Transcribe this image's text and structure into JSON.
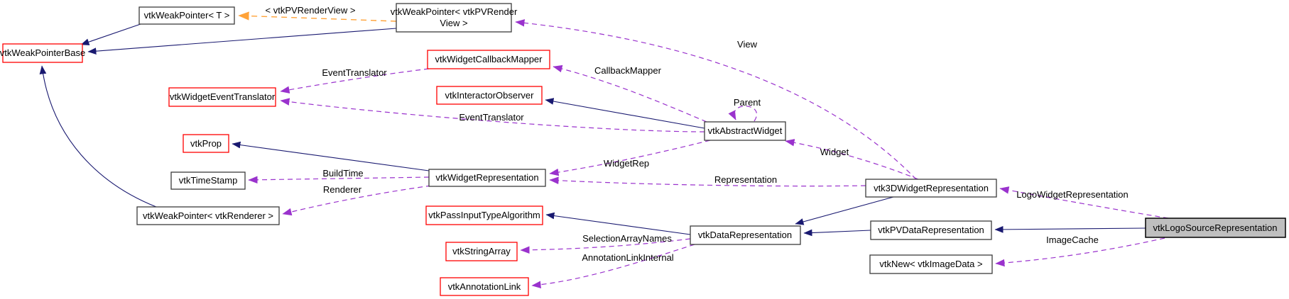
{
  "diagram": {
    "kind": "collaboration-graph",
    "focus_class": "vtkLogoSourceRepresentation",
    "colors": {
      "background": "#ffffff",
      "inheritance_edge": "#191970",
      "usage_edge": "#9a32cd",
      "template_edge": "#ffa238",
      "red_node_border": "#ff0000",
      "plain_node_border": "#3c3c3c",
      "focus_node_fill": "#bfbfbf",
      "text": "#000000"
    },
    "nodes": [
      {
        "id": "vtkWeakPointer-T",
        "label": "vtkWeakPointer< T >",
        "style": "plain"
      },
      {
        "id": "vtkWeakPointer-vtkPVRenderView",
        "label_line1": "vtkWeakPointer< vtkPVRender",
        "label_line2": "View >",
        "style": "plain"
      },
      {
        "id": "vtkWeakPointerBase",
        "label": "vtkWeakPointerBase",
        "style": "red"
      },
      {
        "id": "vtkWidgetCallbackMapper",
        "label": "vtkWidgetCallbackMapper",
        "style": "red"
      },
      {
        "id": "vtkWidgetEventTranslator",
        "label": "vtkWidgetEventTranslator",
        "style": "red"
      },
      {
        "id": "vtkInteractorObserver",
        "label": "vtkInteractorObserver",
        "style": "red"
      },
      {
        "id": "vtkAbstractWidget",
        "label": "vtkAbstractWidget",
        "style": "plain"
      },
      {
        "id": "vtkProp",
        "label": "vtkProp",
        "style": "red"
      },
      {
        "id": "vtkTimeStamp",
        "label": "vtkTimeStamp",
        "style": "plain"
      },
      {
        "id": "vtkWidgetRepresentation",
        "label": "vtkWidgetRepresentation",
        "style": "plain"
      },
      {
        "id": "vtkWeakPointer-vtkRenderer",
        "label": "vtkWeakPointer< vtkRenderer >",
        "style": "plain"
      },
      {
        "id": "vtkPassInputTypeAlgorithm",
        "label": "vtkPassInputTypeAlgorithm",
        "style": "red"
      },
      {
        "id": "vtkStringArray",
        "label": "vtkStringArray",
        "style": "red"
      },
      {
        "id": "vtkAnnotationLink",
        "label": "vtkAnnotationLink",
        "style": "red"
      },
      {
        "id": "vtkDataRepresentation",
        "label": "vtkDataRepresentation",
        "style": "plain"
      },
      {
        "id": "vtk3DWidgetRepresentation",
        "label": "vtk3DWidgetRepresentation",
        "style": "plain"
      },
      {
        "id": "vtkPVDataRepresentation",
        "label": "vtkPVDataRepresentation",
        "style": "plain"
      },
      {
        "id": "vtkNew-vtkImageData",
        "label": "vtkNew< vtkImageData >",
        "style": "plain"
      },
      {
        "id": "vtkLogoSourceRepresentation",
        "label": "vtkLogoSourceRepresentation",
        "style": "highlight"
      }
    ],
    "edge_labels": {
      "template_arg": "< vtkPVRenderView >",
      "view": "View",
      "callback_mapper": "CallbackMapper",
      "event_translator_upper": "EventTranslator",
      "event_translator_lower": "EventTranslator",
      "parent": "Parent",
      "widget_rep": "WidgetRep",
      "widget": "Widget",
      "representation": "Representation",
      "build_time": "BuildTime",
      "renderer": "Renderer",
      "selection_array_names": "SelectionArrayNames",
      "annotation_link_internal": "AnnotationLinkInternal",
      "logo_widget_representation": "LogoWidgetRepresentation",
      "image_cache": "ImageCache"
    }
  }
}
